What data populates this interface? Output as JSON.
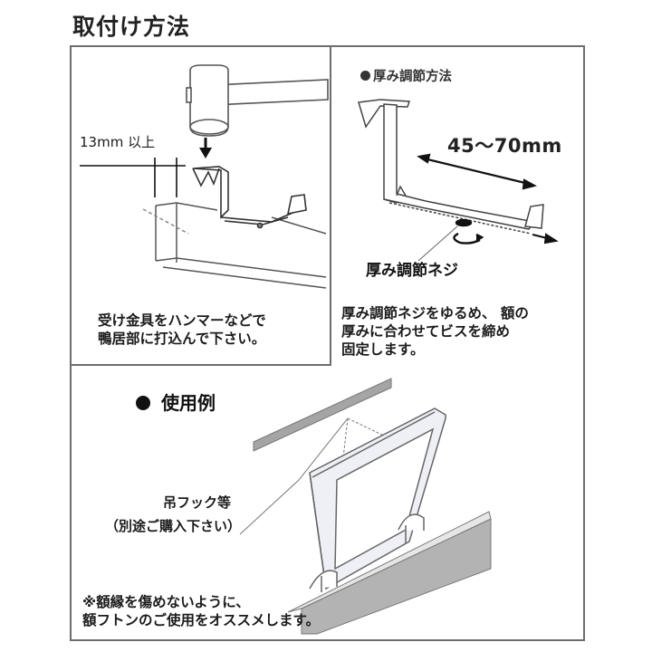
{
  "page": {
    "title": "取付け方法"
  },
  "install_panel": {
    "dimension_label": "13mm 以上",
    "instruction_lines": [
      "受け金具をハンマーなどで",
      "鴨居部に打込んで下さい。"
    ],
    "icons": [
      "hammer-icon",
      "down-arrow-icon",
      "bracket-icon",
      "lintel-beam-icon"
    ]
  },
  "thickness_panel": {
    "heading": "厚み調節方法",
    "range_label": "45〜70mm",
    "screw_label": "厚み調節ネジ",
    "instruction_lines": [
      "厚み調節ネジをゆるめ、 額の",
      "厚みに合わせてビスを締め",
      "固定します。"
    ],
    "icons": [
      "bracket-icon",
      "double-arrow-icon",
      "rotate-arrow-icon"
    ]
  },
  "usage_panel": {
    "heading": "使用例",
    "hook_label": "吊フック等",
    "hook_note": "（別途ご購入下さい）",
    "note_lines": [
      "※額縁を傷めないように、",
      "額フトンのご使用をオススメします。"
    ],
    "icons": [
      "picture-frame-icon",
      "rail-icon",
      "hanging-wire-icon"
    ]
  },
  "colors": {
    "border": "#6d6d6d",
    "text": "#1b1b1b",
    "rail_gray": "#9c9c9c",
    "frame_fill": "#eef0f6"
  }
}
